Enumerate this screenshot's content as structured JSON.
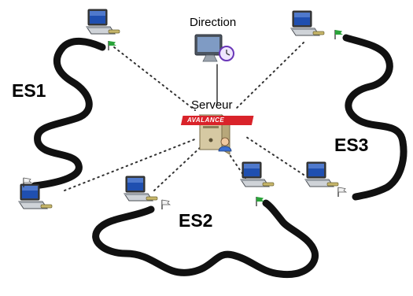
{
  "labels": {
    "direction": "Direction",
    "server": "Serveur",
    "server_badge": "AVALANCE",
    "es1": "ES1",
    "es2": "ES2",
    "es3": "ES3"
  },
  "icons": {
    "direction": "monitor-clock-icon",
    "server": "server-tower-user-icon",
    "workstation": "laptop-icon",
    "flag": "flag-icon"
  },
  "colors": {
    "road": "#111111",
    "dotted_link": "#333333",
    "server_badge": "#d9232a",
    "laptop_screen": "#1f4fb0",
    "flag_green": "#2aa339",
    "flag_white": "#f2f2f2"
  }
}
